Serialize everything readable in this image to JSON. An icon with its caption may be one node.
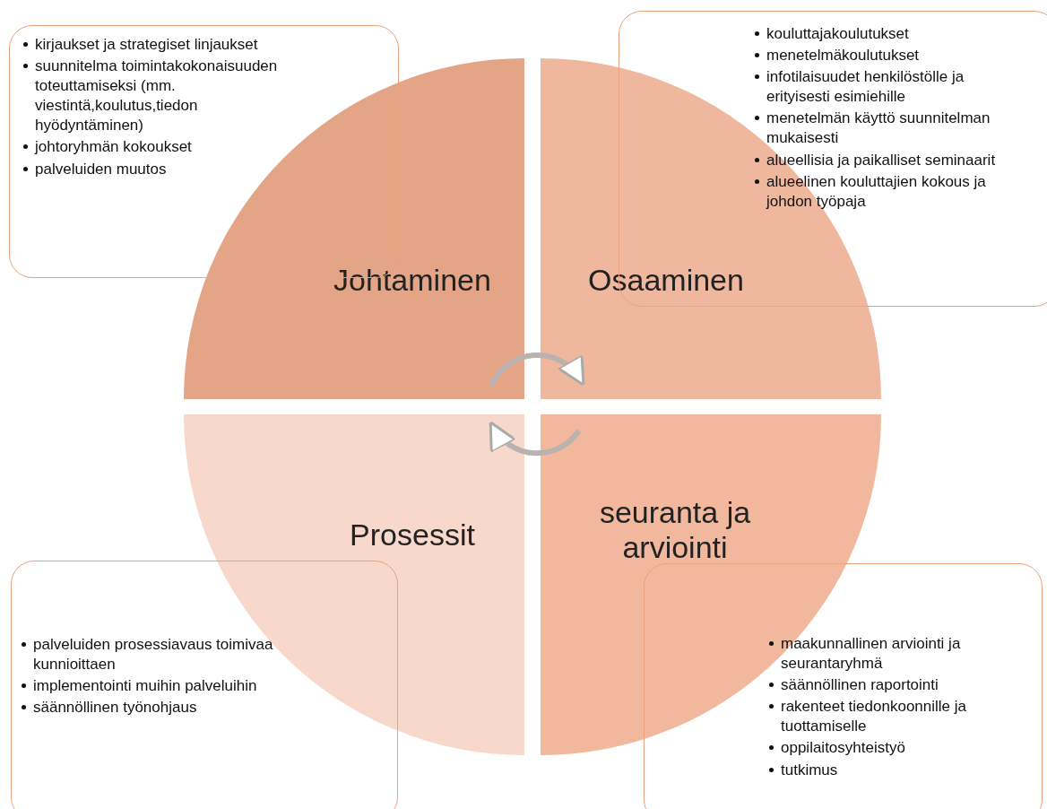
{
  "diagram": {
    "nodes": [
      {
        "text": [
          "Johtaminen"
        ]
      },
      {
        "text": [
          "Osaaminen"
        ]
      },
      {
        "text": [
          "Prosessit"
        ]
      },
      {
        "text": [
          "seuranta ja arviointi"
        ]
      },
      {
        "text": [
          "kirjaukset ja strategiset linjaukset",
          "suunnitelma toimintakokonaisuuden toteuttamiseksi (mm. viestintä,koulutus,tiedon hyödyntäminen)",
          "johtoryhmän kokoukset",
          "palveluiden muutos"
        ]
      },
      {
        "text": [
          "kouluttajakoulutukset",
          "menetelmäkoulutukset",
          "infotilaisuudet henkilöstölle ja erityisesti esimiehille",
          "menetelmän käyttö suunnitelman mukaisesti",
          "alueellisia ja paikalliset seminaarit",
          "alueelinen kouluttajien kokous ja johdon työpaja"
        ]
      },
      {
        "text": [
          "palveluiden prosessiavaus toimivaa kunnioittaen",
          "implementointi muihin palveluihin",
          "säännöllinen työnohjaus"
        ]
      },
      {
        "text": [
          "maakunnallinen arviointi ja seurantaryhmä",
          "säännöllinen raportointi",
          "rakenteet tiedonkoonnille ja tuottamiselle",
          "oppilaitosyhteistyö",
          "tutkimus"
        ]
      }
    ],
    "edges": [
      {
        "from": 0,
        "to": 1,
        "arrow": "to"
      },
      {
        "from": 3,
        "to": 2,
        "arrow": "to"
      }
    ]
  }
}
